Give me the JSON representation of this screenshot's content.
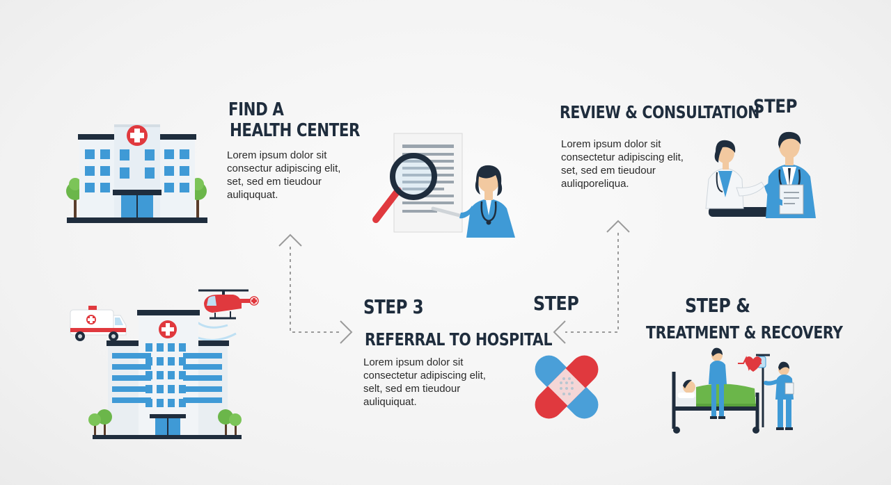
{
  "steps": {
    "find": {
      "title_line1": "FIND A",
      "title_line2": "HEALTH CENTER",
      "body": [
        "Lorem ipsum dolor sit",
        "consectur adipiscing elit,",
        "set, sed em tieudour",
        "auliququat."
      ]
    },
    "review": {
      "title": "REVIEW & CONSULTATION",
      "step_label": "STEP",
      "body": [
        "Lorem ipsum dolor sit",
        "consectetur adipiscing elit,",
        "set, sed em tieudour",
        "auliqporeliqua."
      ]
    },
    "referral": {
      "step_label": "STEP 3",
      "title": "REFERRAL TO HOSPITAL",
      "body": [
        "Lorem ipsum dolor sit",
        "consectetur adipiscing elit,",
        "selt, sed em tieudour",
        "auliquiquat."
      ]
    },
    "middle": {
      "step_label": "STEP"
    },
    "treatment": {
      "step_label": "STEP &",
      "title": "TREATMENT & RECOVERY"
    }
  },
  "icons": {
    "health_center": "hospital-building-icon",
    "document_search": "document-magnifier-icon",
    "doctor_presenting": "doctor-presenting-icon",
    "consultation": "doctor-consultation-icon",
    "hospital": "hospital-complex-icon",
    "ambulance": "ambulance-icon",
    "helicopter": "helicopter-icon",
    "bandage": "bandage-icon",
    "patient_bed": "patient-bed-icon"
  },
  "colors": {
    "navy": "#1f2d3d",
    "blue": "#3f9ad6",
    "light_blue": "#bfe0f3",
    "red": "#e0393e",
    "green": "#6bb64a",
    "gray_arrow": "#9a9a9a"
  }
}
